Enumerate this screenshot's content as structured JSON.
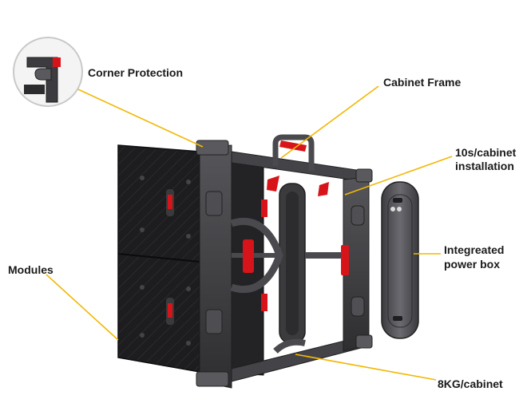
{
  "labels": {
    "corner_protection": "Corner Protection",
    "cabinet_frame": "Cabinet Frame",
    "install_line1": "10s/cabinet",
    "install_line2": "installation",
    "power_line1": "Integreated",
    "power_line2": "power box",
    "modules": "Modules",
    "weight": "8KG/cabinet"
  },
  "colors": {
    "leader": "#f2b705",
    "frame": "#3a3a3c",
    "frame_light": "#5a5a5e",
    "module": "#1c1c1e",
    "accent_red": "#d7141a",
    "power_box": "#4a4a4e"
  },
  "icons": [
    "corner-detail-magnifier-icon"
  ]
}
